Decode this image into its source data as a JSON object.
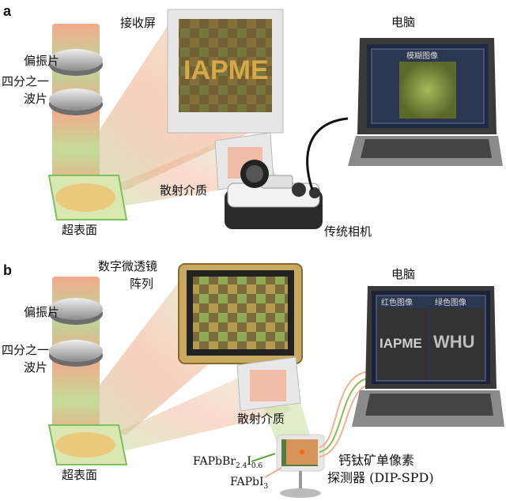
{
  "panel_a": {
    "label": "a",
    "screen_label": "接收屏",
    "screen_image_text": "IAPME",
    "polarizer": "偏振片",
    "qwp_line1": "四分之一",
    "qwp_line2": "波片",
    "metasurface": "超表面",
    "scatter": "散射介质",
    "camera": "传统相机",
    "computer": "电脑",
    "laptop_window_title": "模糊图像"
  },
  "panel_b": {
    "label": "b",
    "dmd_line1": "数字微透镜",
    "dmd_line2": "阵列",
    "polarizer": "偏振片",
    "qwp_line1": "四分之一",
    "qwp_line2": "波片",
    "metasurface": "超表面",
    "scatter": "散射介质",
    "computer": "电脑",
    "red_image": "红色图像",
    "green_image": "绿色图像",
    "red_image_text": "IAPME",
    "green_image_text": "WHU",
    "material_top": "FAPbBr",
    "material_top_sub1": "2.4",
    "material_top_mid": "I",
    "material_top_sub2": "0.6",
    "material_bottom": "FAPbI",
    "material_bottom_sub": "3",
    "detector_line1": "钙钛矿单像素",
    "detector_line2": "探测器 (DIP-SPD)"
  }
}
